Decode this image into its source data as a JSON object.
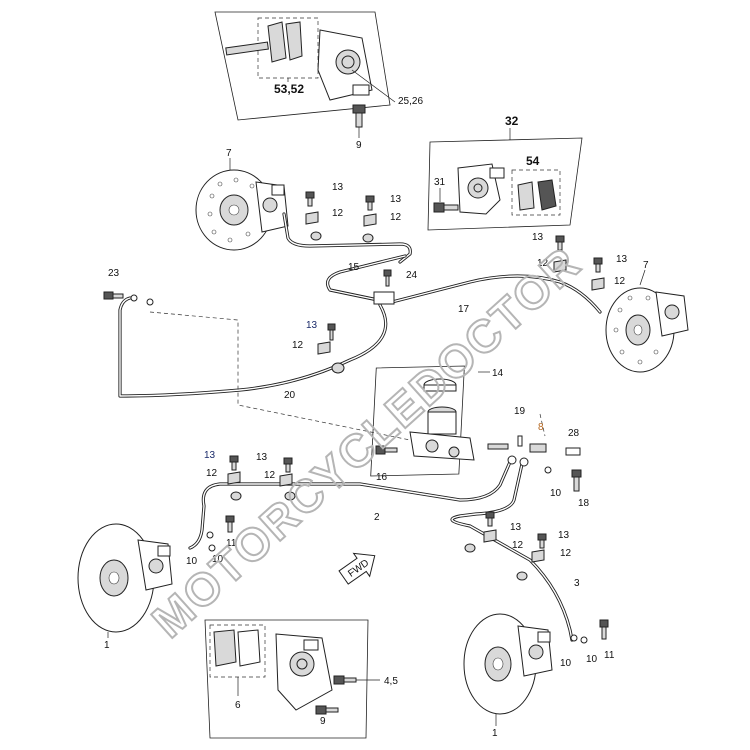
{
  "watermark": "MOTORCYCLEDOCTOR",
  "arrow_label": "FWD",
  "boxes": {
    "top_caliper_pads": "53,52",
    "top_caliper_ref": "25,26",
    "rear_caliper": "32",
    "rear_pads": "54",
    "bottom_pads": "6",
    "bottom_caliper_ref": "4,5"
  },
  "labels": [
    {
      "id": "9a",
      "text": "9"
    },
    {
      "id": "7a",
      "text": "7"
    },
    {
      "id": "13a",
      "text": "13"
    },
    {
      "id": "12a",
      "text": "12"
    },
    {
      "id": "13b",
      "text": "13"
    },
    {
      "id": "12b",
      "text": "12"
    },
    {
      "id": "31",
      "text": "31"
    },
    {
      "id": "13c",
      "text": "13"
    },
    {
      "id": "13d",
      "text": "13"
    },
    {
      "id": "12c",
      "text": "12"
    },
    {
      "id": "12d",
      "text": "12"
    },
    {
      "id": "7b",
      "text": "7"
    },
    {
      "id": "23",
      "text": "23"
    },
    {
      "id": "15",
      "text": "15"
    },
    {
      "id": "24",
      "text": "24"
    },
    {
      "id": "17",
      "text": "17"
    },
    {
      "id": "13e",
      "text": "13"
    },
    {
      "id": "12e",
      "text": "12"
    },
    {
      "id": "20",
      "text": "20"
    },
    {
      "id": "14",
      "text": "14"
    },
    {
      "id": "19",
      "text": "19"
    },
    {
      "id": "8",
      "text": "8"
    },
    {
      "id": "28",
      "text": "28"
    },
    {
      "id": "13f",
      "text": "13"
    },
    {
      "id": "13g",
      "text": "13"
    },
    {
      "id": "12f",
      "text": "12"
    },
    {
      "id": "12g",
      "text": "12"
    },
    {
      "id": "16",
      "text": "16"
    },
    {
      "id": "10a",
      "text": "10"
    },
    {
      "id": "18",
      "text": "18"
    },
    {
      "id": "11a",
      "text": "11"
    },
    {
      "id": "2",
      "text": "2"
    },
    {
      "id": "13h",
      "text": "13"
    },
    {
      "id": "12h",
      "text": "12"
    },
    {
      "id": "13i",
      "text": "13"
    },
    {
      "id": "12i",
      "text": "12"
    },
    {
      "id": "10b",
      "text": "10"
    },
    {
      "id": "10c",
      "text": "10"
    },
    {
      "id": "3",
      "text": "3"
    },
    {
      "id": "1a",
      "text": "1"
    },
    {
      "id": "11b",
      "text": "11"
    },
    {
      "id": "10d",
      "text": "10"
    },
    {
      "id": "10e",
      "text": "10"
    },
    {
      "id": "9b",
      "text": "9"
    },
    {
      "id": "1b",
      "text": "1"
    }
  ]
}
